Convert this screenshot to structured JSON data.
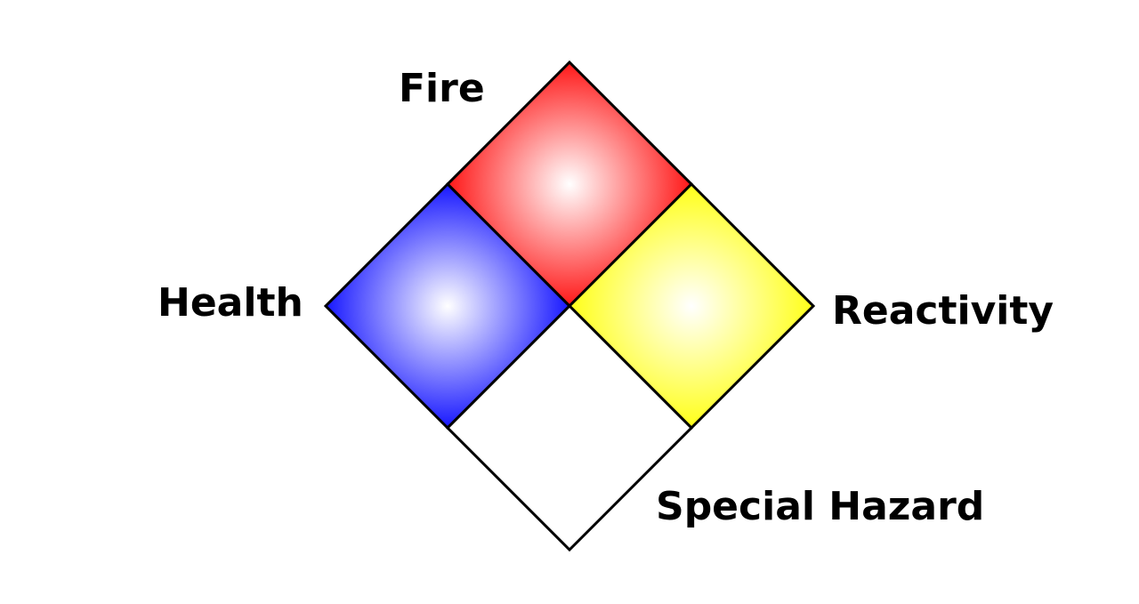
{
  "diagram": {
    "labels": {
      "fire": "Fire",
      "health": "Health",
      "reactivity": "Reactivity",
      "special": "Special Hazard"
    },
    "colors": {
      "fire": "#ff0000",
      "health": "#0000ff",
      "reactivity": "#ffff00",
      "special": "#ffffff",
      "highlight": "#ffffff",
      "outline": "#000000"
    }
  }
}
